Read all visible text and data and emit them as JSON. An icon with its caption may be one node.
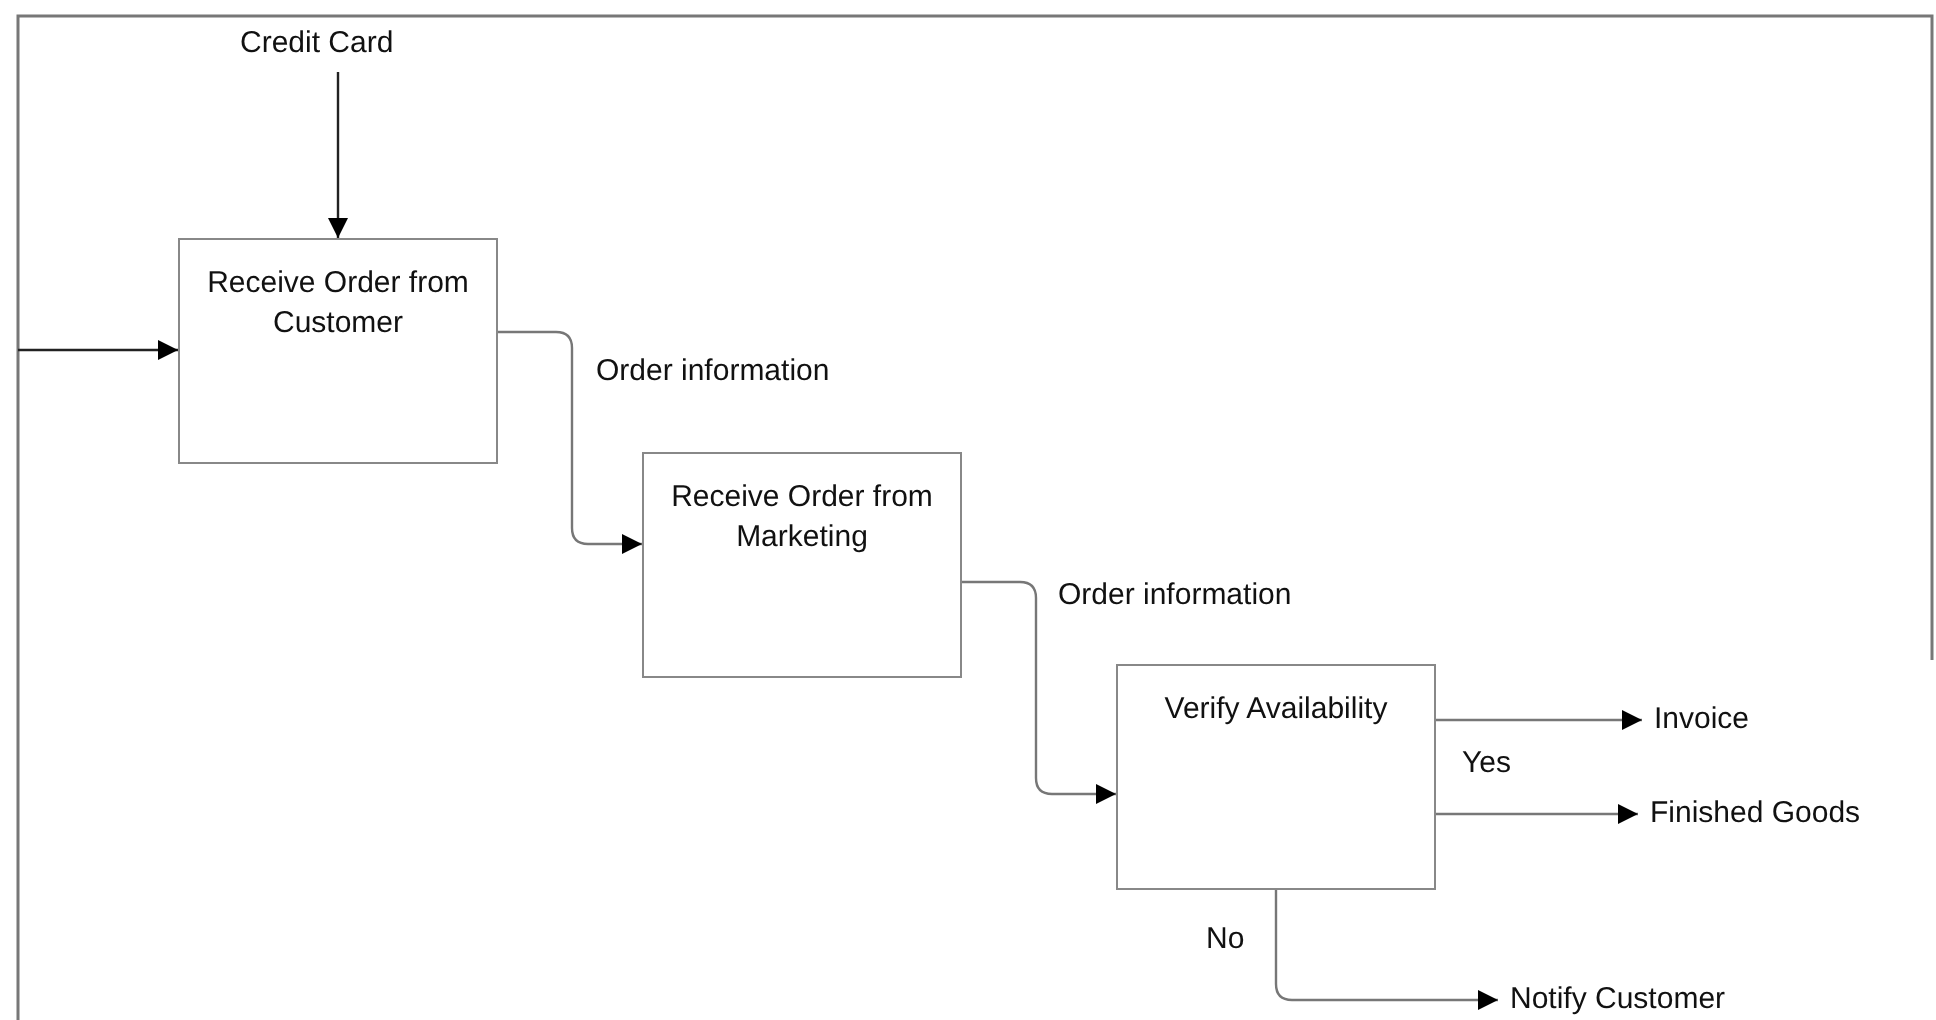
{
  "diagram": {
    "nodes": [
      {
        "text": [
          "Credit Card"
        ]
      },
      {
        "text": [
          "Receive Order from Customer"
        ]
      },
      {
        "text": [
          "Receive Order from Marketing"
        ]
      },
      {
        "text": [
          "Verify Availability"
        ]
      },
      {
        "text": [
          "Invoice"
        ]
      },
      {
        "text": [
          "Finished Goods"
        ]
      },
      {
        "text": [
          "Notify Customer"
        ]
      }
    ],
    "edges": [
      {
        "from": 0,
        "to": 1,
        "arrow": "to"
      },
      {
        "from": null,
        "to": 1,
        "arrow": "to"
      },
      {
        "from": 1,
        "to": 2,
        "arrow": "to",
        "label": "Order information"
      },
      {
        "from": 2,
        "to": 3,
        "arrow": "to",
        "label": "Order information"
      },
      {
        "from": 3,
        "to": 4,
        "arrow": "to"
      },
      {
        "from": 3,
        "to": 5,
        "arrow": "to"
      },
      {
        "from": 3,
        "to": 6,
        "arrow": "to",
        "label": "No"
      }
    ],
    "labels": [
      "Yes"
    ]
  }
}
